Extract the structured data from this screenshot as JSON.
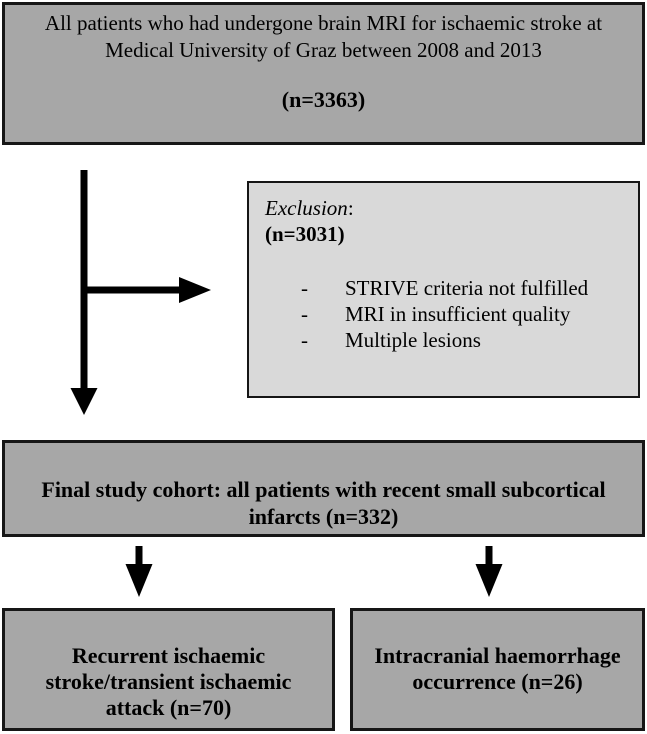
{
  "flowchart": {
    "top_box": {
      "lines": [
        "All patients who had undergone brain MRI for ischaemic stroke at",
        "Medical University of Graz between 2008 and 2013"
      ],
      "n": "(n=3363)"
    },
    "exclusion_box": {
      "title": "Exclusion",
      "colon": ":",
      "n": "(n=3031)",
      "bullet": "-",
      "items": [
        "STRIVE criteria not fulfilled",
        "MRI in insufficient quality",
        "Multiple lesions"
      ]
    },
    "cohort_box": {
      "lines": [
        "Final study cohort: all patients with recent small subcortical",
        "infarcts (n=332)"
      ]
    },
    "outcome_left_box": {
      "lines": [
        "Recurrent ischaemic",
        "stroke/transient ischaemic",
        "attack (n=70)"
      ]
    },
    "outcome_right_box": {
      "lines": [
        "Intracranial haemorrhage",
        "occurrence (n=26)"
      ]
    },
    "colors": {
      "box_fill": "#a7a7a7",
      "exclusion_fill": "#d9d9d9",
      "border": "#161616",
      "arrow": "#000000",
      "background": "#ffffff"
    }
  }
}
